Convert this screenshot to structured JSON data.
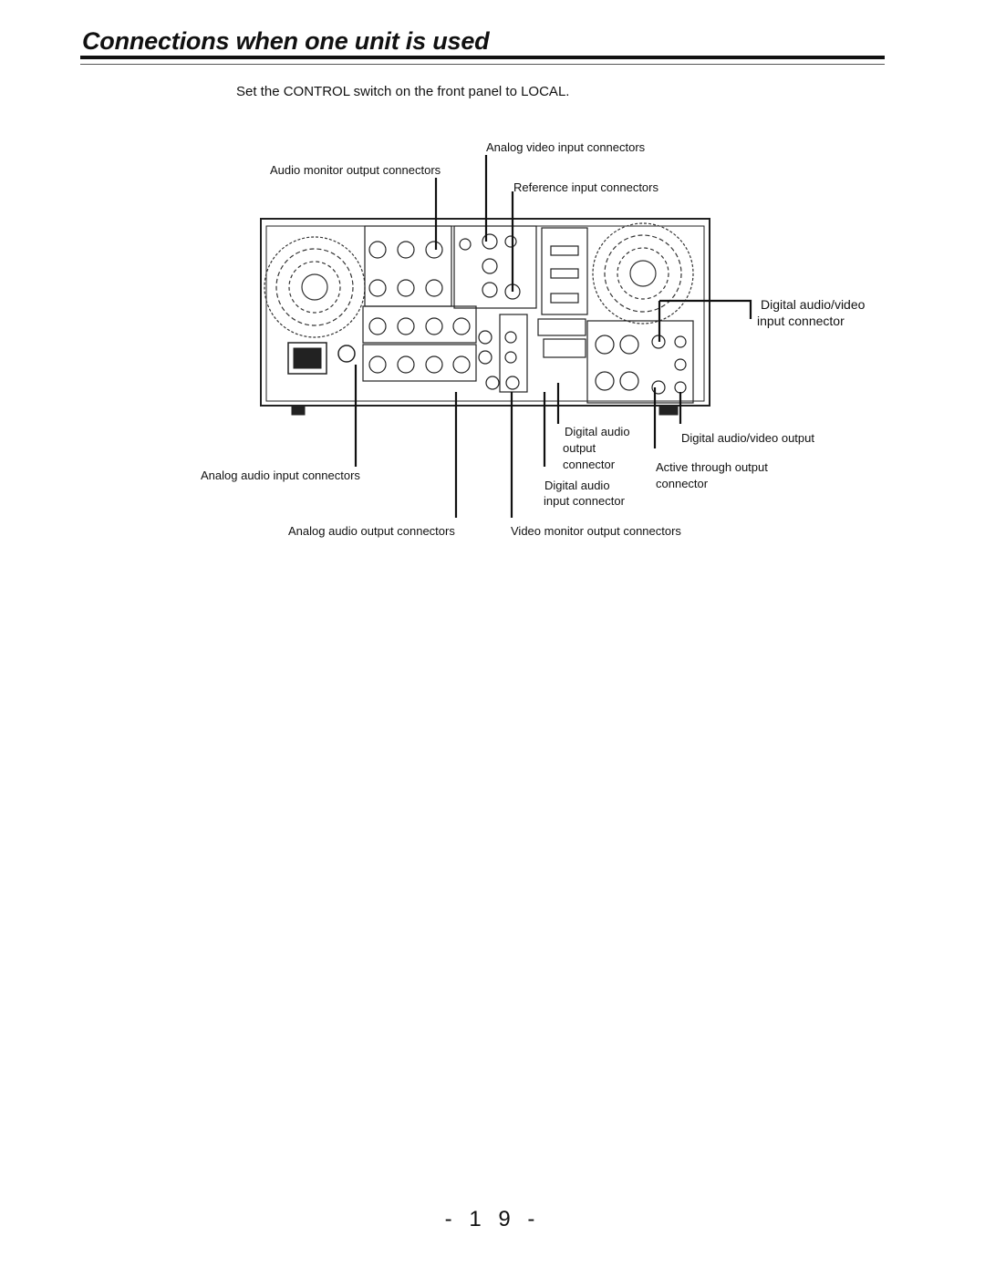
{
  "page": {
    "title": "Connections when one unit is used",
    "instruction": "Set the CONTROL switch on the front panel to LOCAL.",
    "page_number": "- 1 9 -"
  },
  "callouts": {
    "analog_video_input": "Analog video input connectors",
    "audio_monitor_output": "Audio monitor output connectors",
    "reference_input": "Reference input connectors",
    "digital_av_input_1": "Digital audio/video",
    "digital_av_input_2": "input connector",
    "digital_audio_output_1": "Digital audio",
    "digital_audio_output_2": "output",
    "digital_audio_output_3": "connector",
    "digital_av_output": "Digital audio/video output",
    "analog_audio_input": "Analog audio input connectors",
    "active_through_1": "Active through output",
    "active_through_2": "connector",
    "digital_audio_input_1": "Digital audio",
    "digital_audio_input_2": "input connector",
    "analog_audio_output": "Analog audio output connectors",
    "video_monitor_output": "Video monitor output connectors"
  }
}
